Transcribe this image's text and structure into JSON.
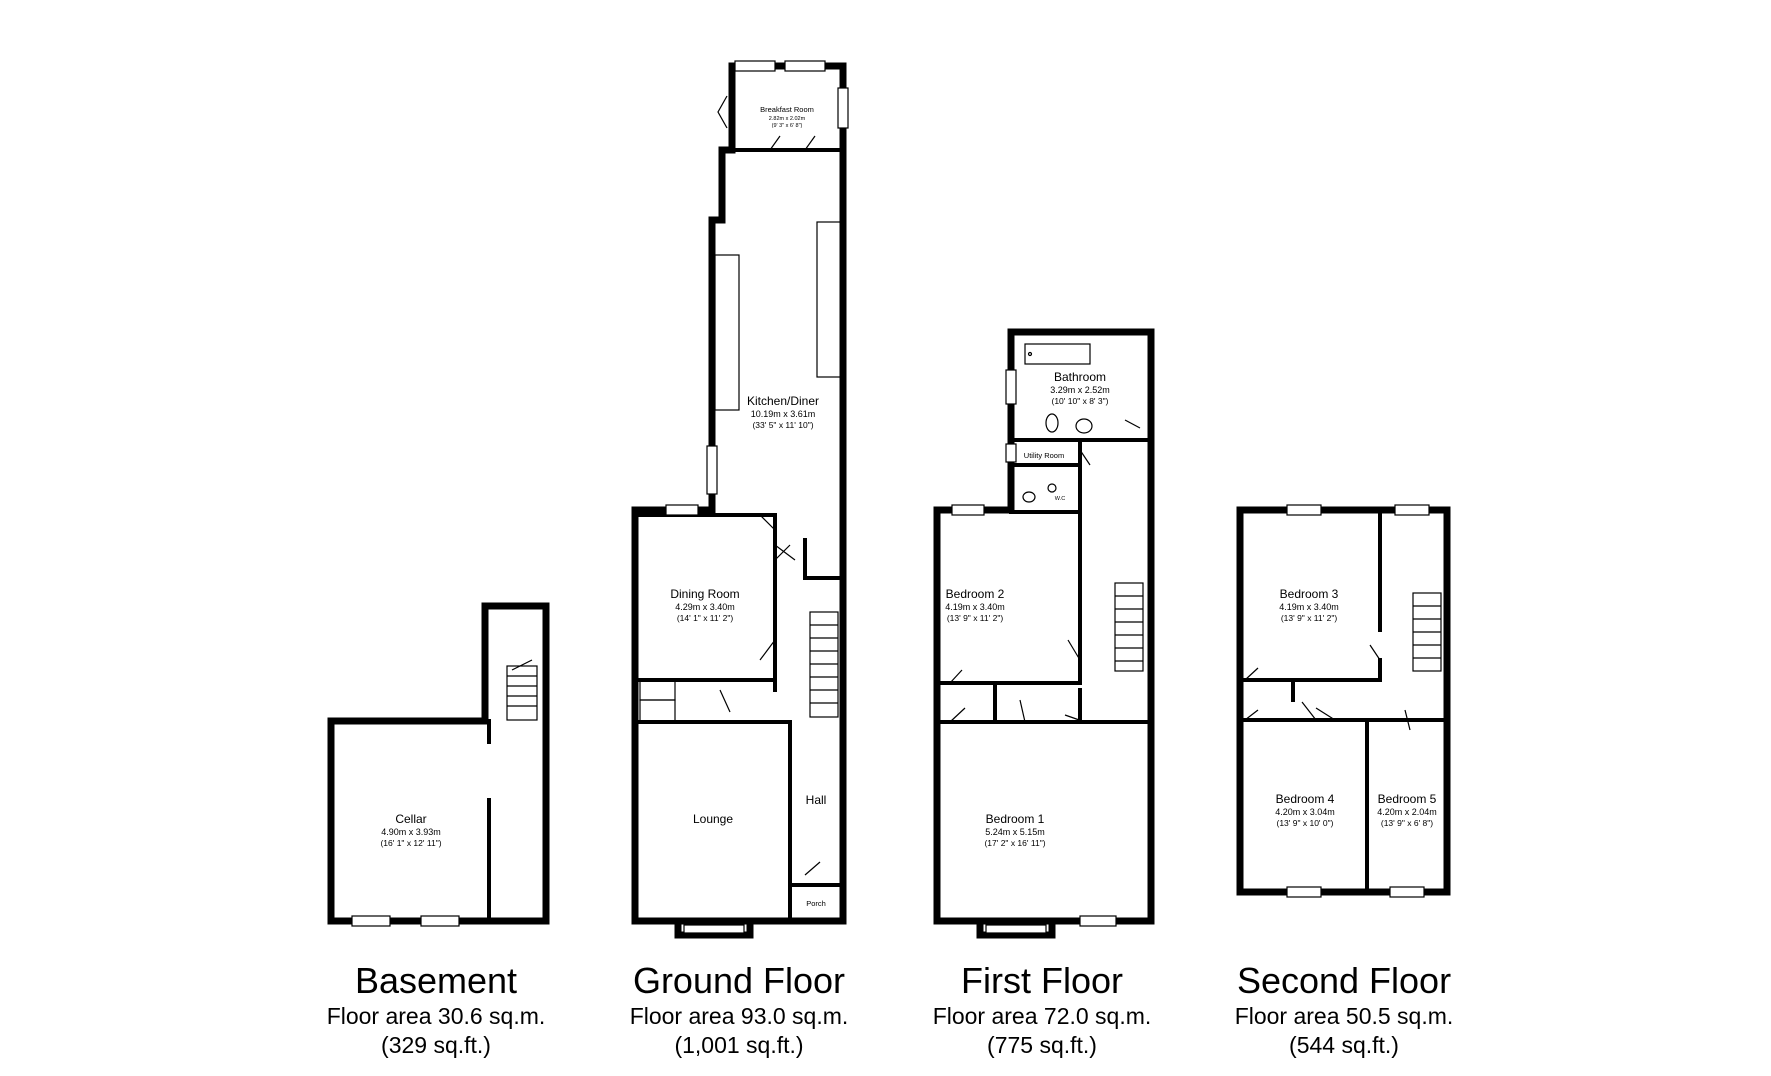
{
  "floors": {
    "basement": {
      "title": "Basement",
      "area": "Floor area 30.6 sq.m.",
      "sqft": "(329 sq.ft.)",
      "rooms": {
        "cellar": {
          "name": "Cellar",
          "dim": "4.90m x 3.93m",
          "imp": "(16' 1\" x 12' 11\")"
        }
      }
    },
    "ground": {
      "title": "Ground Floor",
      "area": "Floor area 93.0 sq.m.",
      "sqft": "(1,001 sq.ft.)",
      "rooms": {
        "breakfast": {
          "name": "Breakfast Room",
          "dim": "2.82m x 2.02m",
          "imp": "(9' 3\" x 6' 8\")"
        },
        "kitchen": {
          "name": "Kitchen/Diner",
          "dim": "10.19m x 3.61m",
          "imp": "(33' 5\" x 11' 10\")"
        },
        "dining": {
          "name": "Dining Room",
          "dim": "4.29m x 3.40m",
          "imp": "(14' 1\" x 11' 2\")"
        },
        "lounge": {
          "name": "Lounge"
        },
        "hall": {
          "name": "Hall"
        },
        "porch": {
          "name": "Porch"
        }
      }
    },
    "first": {
      "title": "First Floor",
      "area": "Floor area 72.0 sq.m.",
      "sqft": "(775 sq.ft.)",
      "rooms": {
        "bathroom": {
          "name": "Bathroom",
          "dim": "3.29m x 2.52m",
          "imp": "(10' 10\" x 8' 3\")"
        },
        "utility": {
          "name": "Utility Room"
        },
        "wc": {
          "name": "W.C"
        },
        "bedroom2": {
          "name": "Bedroom 2",
          "dim": "4.19m x 3.40m",
          "imp": "(13' 9\" x 11' 2\")"
        },
        "bedroom1": {
          "name": "Bedroom 1",
          "dim": "5.24m x 5.15m",
          "imp": "(17' 2\" x 16' 11\")"
        }
      }
    },
    "second": {
      "title": "Second Floor",
      "area": "Floor area 50.5 sq.m.",
      "sqft": "(544 sq.ft.)",
      "rooms": {
        "bedroom3": {
          "name": "Bedroom 3",
          "dim": "4.19m x 3.40m",
          "imp": "(13' 9\" x 11' 2\")"
        },
        "bedroom4": {
          "name": "Bedroom 4",
          "dim": "4.20m x 3.04m",
          "imp": "(13' 9\" x 10' 0\")"
        },
        "bedroom5": {
          "name": "Bedroom 5",
          "dim": "4.20m x 2.04m",
          "imp": "(13' 9\" x 6' 8\")"
        }
      }
    }
  }
}
